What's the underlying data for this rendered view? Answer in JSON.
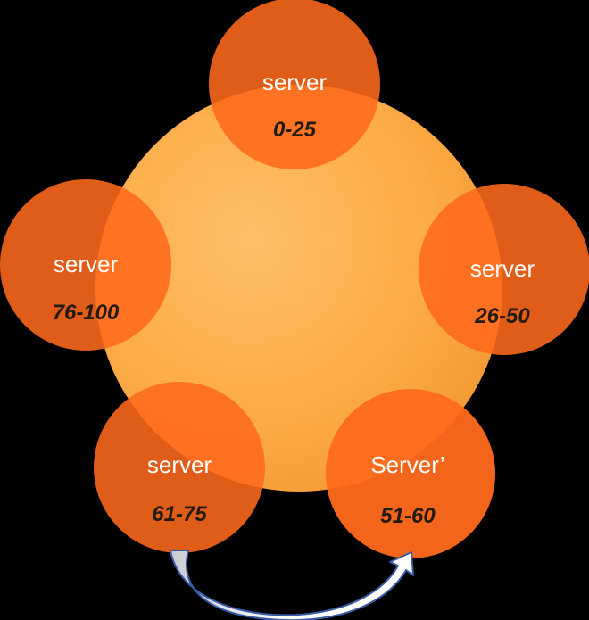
{
  "colors": {
    "background": "#000000",
    "ring_light": "#ffb85a",
    "ring_dark": "#f79a33",
    "server_node": "#ff6a1c",
    "server_text": "#ffffff",
    "range_text": "#231a10",
    "arrow_fill": "#ffffff",
    "arrow_stroke": "#3a5ca8"
  },
  "ring": {
    "name": "hash-ring"
  },
  "servers": [
    {
      "id": "server-0-25",
      "label": "server",
      "range": "0-25"
    },
    {
      "id": "server-26-50",
      "label": "server",
      "range": "26-50"
    },
    {
      "id": "server-51-60",
      "label": "Server’",
      "range": "51-60"
    },
    {
      "id": "server-61-75",
      "label": "server",
      "range": "61-75"
    },
    {
      "id": "server-76-100",
      "label": "server",
      "range": "76-100"
    }
  ],
  "arrow": {
    "from": "server-61-75",
    "to": "server-51-60",
    "icon": "curved-arrow-icon"
  }
}
